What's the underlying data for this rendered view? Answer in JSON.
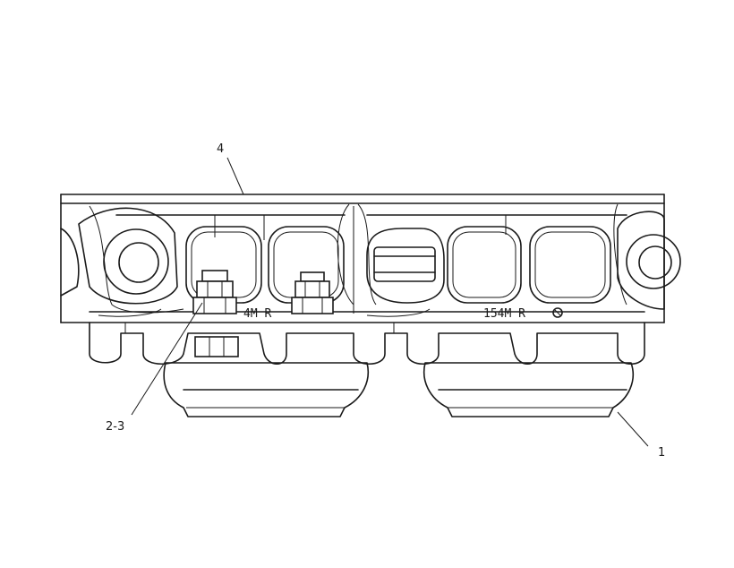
{
  "callouts": {
    "item_1": "1",
    "item_2_3": "2-3",
    "item_4": "4"
  },
  "castings": {
    "left_mark": "4M  R",
    "right_mark": "154M  R"
  },
  "colors": {
    "line": "#1a1a1a",
    "background": "#ffffff"
  }
}
